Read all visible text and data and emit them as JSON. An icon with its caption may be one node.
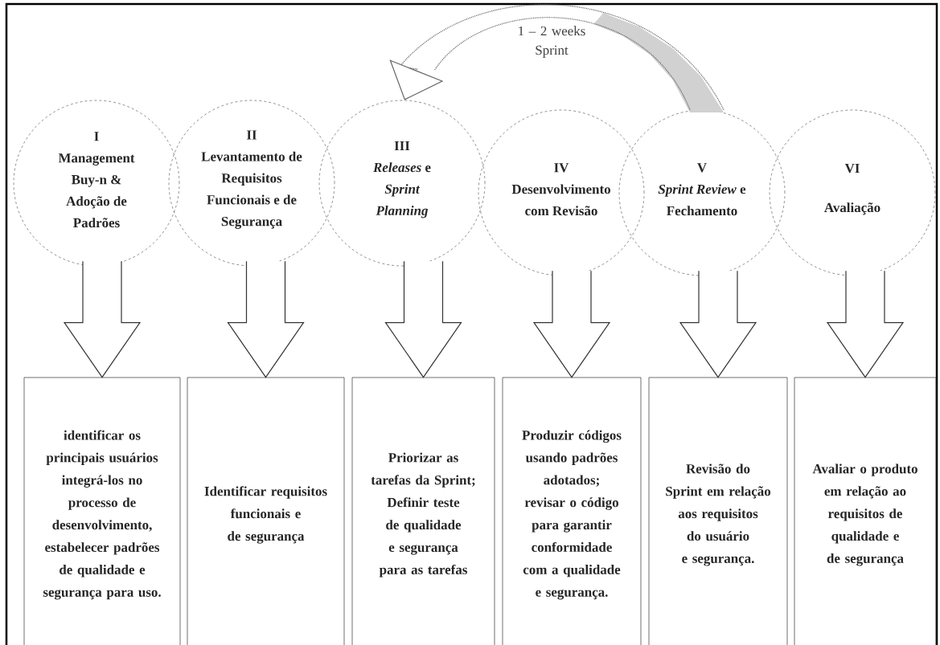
{
  "diagram": {
    "nodes": [
      {
        "text": [
          "I",
          "Management Buy-n & Adoção de Padrões"
        ]
      },
      {
        "text": [
          "II",
          "Levantamento de Requisitos Funcionais e de Segurança"
        ]
      },
      {
        "text": [
          "III",
          "*Releases* e *Sprint Planning*"
        ]
      },
      {
        "text": [
          "IV",
          "Desenvolvimento com Revisão"
        ]
      },
      {
        "text": [
          "V",
          "*Sprint Review* e Fechamento"
        ]
      },
      {
        "text": [
          "VI",
          "Avaliação"
        ]
      },
      {
        "text": [
          "identificar os principais usuários integrá-los no processo de desenvolvimento, estabelecer padrões de qualidade e segurança para uso."
        ]
      },
      {
        "text": [
          "Identificar requisitos funcionais e de segurança"
        ]
      },
      {
        "text": [
          "Priorizar as tarefas da Sprint; Definir teste de qualidade e segurança para as tarefas"
        ]
      },
      {
        "text": [
          "Produzir códigos usando padrões adotados; revisar o código para garantir conformidade com a qualidade e segurança."
        ]
      },
      {
        "text": [
          "Revisão do Sprint em relação aos requisitos do usuário e segurança."
        ]
      },
      {
        "text": [
          "Avaliar o produto em relação ao requisitos de qualidade e de segurança"
        ]
      }
    ],
    "edges": [
      {
        "from": 0,
        "to": 6,
        "arrow": "to"
      },
      {
        "from": 1,
        "to": 7,
        "arrow": "to"
      },
      {
        "from": 2,
        "to": 8,
        "arrow": "to"
      },
      {
        "from": 3,
        "to": 9,
        "arrow": "to"
      },
      {
        "from": 4,
        "to": 10,
        "arrow": "to"
      },
      {
        "from": 5,
        "to": 11,
        "arrow": "to"
      },
      {
        "from": 4,
        "to": 2,
        "arrow": "to",
        "style": "dashed",
        "label": "1 – 2 weeks Sprint"
      }
    ]
  }
}
